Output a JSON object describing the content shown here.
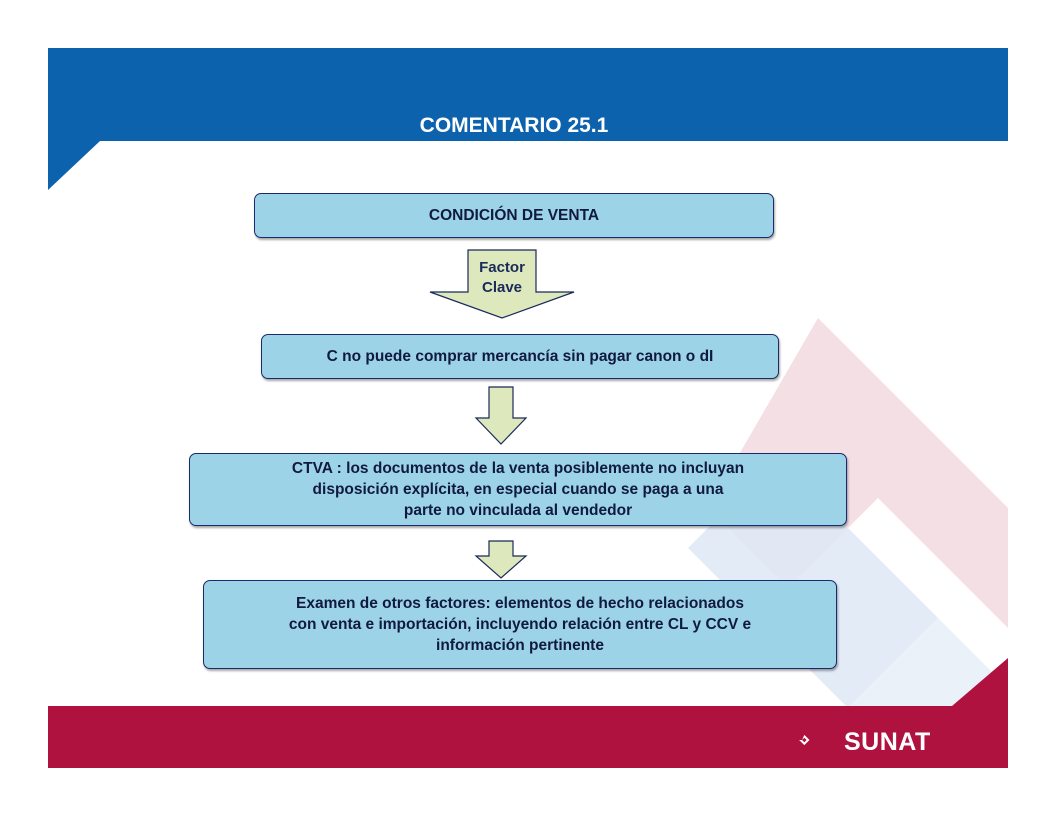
{
  "slide": {
    "title": "COMENTARIO 25.1",
    "colors": {
      "header_blue": "#0d62ad",
      "footer_red": "#b0123f",
      "box_fill": "#9dd3e6",
      "arrow_fill": "#dde8bd"
    }
  },
  "flow": {
    "box1": "CONDICIÓN  DE VENTA",
    "key_arrow_label": "Factor\nClave",
    "box2": "C no puede comprar mercancía sin pagar canon o dI",
    "box3": "CTVA : los documentos  de la venta posiblemente no incluyan\ndisposición explícita, en especial cuando se paga a una\nparte no vinculada al vendedor",
    "box4": "Examen de otros factores: elementos de hecho relacionados\ncon venta e importación, incluyendo relación entre CL y CCV e\ninformación pertinente"
  },
  "logo": {
    "text": "SUNAT",
    "icon": "sunat-logo-icon"
  }
}
